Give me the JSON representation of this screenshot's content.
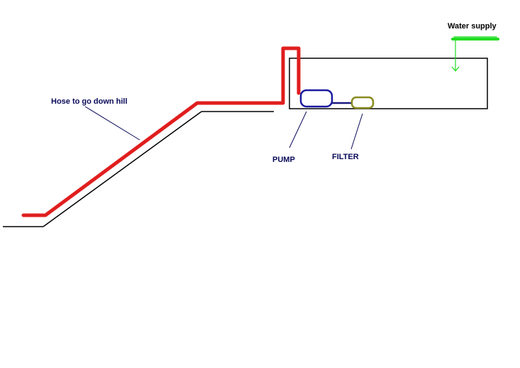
{
  "labels": {
    "hose": "Hose to go down hill",
    "pump": "PUMP",
    "filter": "FILTER",
    "water_supply": "Water supply"
  },
  "colors": {
    "background": "#ffffff",
    "ground_line": "#000000",
    "tank_outline": "#000000",
    "hose": "#e01e1e",
    "pump": "#1a1aa0",
    "pump_filter_link": "#1a1a80",
    "filter": "#8a8a20",
    "water_supply": "#22dd22",
    "label_text": "#0a0a5a",
    "pointer_line": "#0a0a5a"
  }
}
